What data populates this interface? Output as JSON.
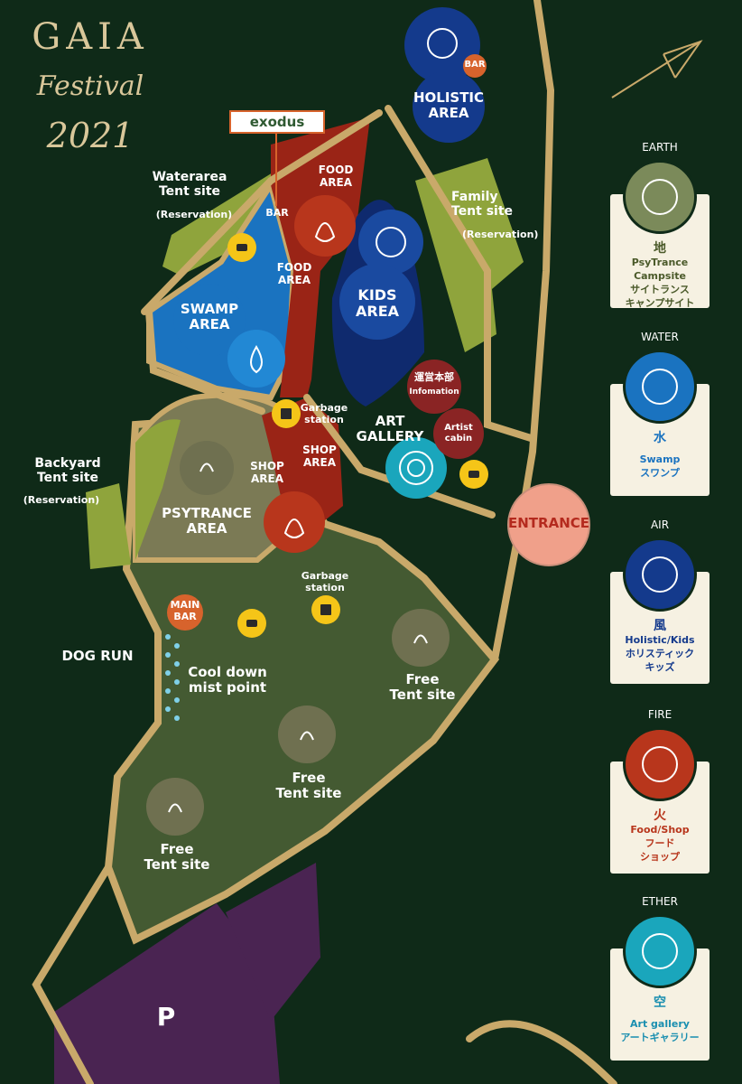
{
  "title": {
    "line1": "GAIA",
    "line2": "Festival",
    "line3": "2021"
  },
  "areas": {
    "holistic": "HOLISTIC\nAREA",
    "holistic_bar": "BAR",
    "food_top": "FOOD\nAREA",
    "food_mid": "FOOD\nAREA",
    "swamp": "SWAMP\nAREA",
    "kids": "KIDS\nAREA",
    "psytrance": "PSYTRANCE\nAREA",
    "shop_left": "SHOP\nAREA",
    "shop_right": "SHOP\nAREA",
    "art_gallery": "ART\nGALLERY",
    "waterarea_tent": "Waterarea\nTent site",
    "waterarea_reservation": "(Reservation)",
    "water_bar": "BAR",
    "family_tent": "Family\nTent site",
    "family_reservation": "(Reservation)",
    "backyard_tent": "Backyard\nTent site",
    "backyard_reservation": "(Reservation)",
    "info_jp": "運営本部",
    "info_en": "Infomation",
    "artist_cabin": "Artist\ncabin",
    "garbage_top": "Garbage\nstation",
    "garbage_mid": "Garbage\nstation",
    "main_bar": "MAIN\nBAR",
    "dog_run": "DOG RUN",
    "cool_down": "Cool down\nmist point",
    "free_tent_1": "Free\nTent site",
    "free_tent_2": "Free\nTent site",
    "free_tent_3": "Free\nTent site",
    "parking": "P",
    "entrance": "ENTRANCE",
    "exodus": "exodus"
  },
  "legend": [
    {
      "head": "EARTH",
      "kanji": "地",
      "lines": [
        "PsyTrance",
        "Campsite",
        "サイトランス",
        "キャンプサイト"
      ],
      "color": "#7b8a5a",
      "text_color": "#4b5a2a"
    },
    {
      "head": "WATER",
      "kanji": "水",
      "lines": [
        "Swamp",
        "スワンプ"
      ],
      "color": "#1a73c0",
      "text_color": "#1a73c0"
    },
    {
      "head": "AIR",
      "kanji": "風",
      "lines": [
        "Holistic/Kids",
        "ホリスティック",
        "キッズ"
      ],
      "color": "#143a8c",
      "text_color": "#143a8c"
    },
    {
      "head": "FIRE",
      "kanji": "火",
      "lines": [
        "Food/Shop",
        "フード",
        "ショップ"
      ],
      "color": "#b8361c",
      "text_color": "#b8361c"
    },
    {
      "head": "ETHER",
      "kanji": "空",
      "lines": [
        "Art gallery",
        "アートギャラリー"
      ],
      "color": "#1aa6bc",
      "text_color": "#1a8fb0"
    }
  ],
  "colors": {
    "background": "#0f2a18",
    "path": "#c9a96a",
    "earth": "#7b8a5a",
    "water": "#1a73c0",
    "air": "#143a8c",
    "fire": "#9a2416",
    "ether": "#1aa6bc",
    "tent_green": "#8fa43c",
    "field_green": "#445a32",
    "parking": "#4a2452"
  }
}
